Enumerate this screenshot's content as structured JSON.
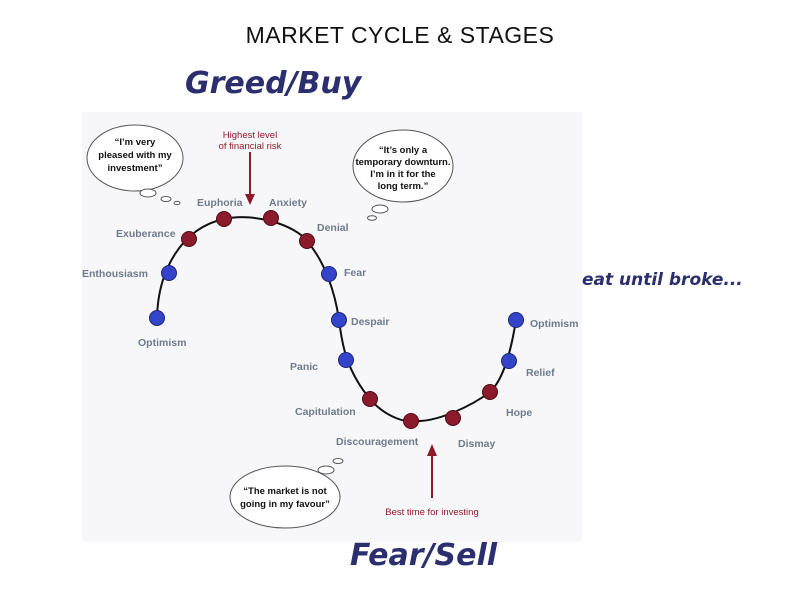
{
  "title": "MARKET CYCLE & STAGES",
  "top_label": "Greed/Buy",
  "bottom_label": "Fear/Sell",
  "repeat_note": "Repeat until broke...",
  "colors": {
    "red_marker": "#8b1a2b",
    "blue_marker": "#3344c8",
    "curve": "#111111",
    "label_text": "#6f7a8a",
    "heading": "#2b2f6e",
    "arrow": "#8c1a2a"
  },
  "stages": [
    {
      "name": "Optimism",
      "marker": "blue"
    },
    {
      "name": "Enthousiasm",
      "marker": "blue"
    },
    {
      "name": "Exuberance",
      "marker": "red"
    },
    {
      "name": "Euphoria",
      "marker": "red"
    },
    {
      "name": "Anxiety",
      "marker": "red"
    },
    {
      "name": "Denial",
      "marker": "red"
    },
    {
      "name": "Fear",
      "marker": "blue"
    },
    {
      "name": "Despair",
      "marker": "blue"
    },
    {
      "name": "Panic",
      "marker": "blue"
    },
    {
      "name": "Capitulation",
      "marker": "red"
    },
    {
      "name": "Discouragement",
      "marker": "red"
    },
    {
      "name": "Dismay",
      "marker": "red"
    },
    {
      "name": "Hope",
      "marker": "red"
    },
    {
      "name": "Relief",
      "marker": "blue"
    },
    {
      "name": "Optimism",
      "marker": "blue"
    }
  ],
  "annotations": {
    "top_arrow": [
      "Highest level",
      "of financial risk"
    ],
    "bottom_arrow": [
      "Best time for investing"
    ]
  },
  "thoughts": {
    "pleased": [
      "“I’m very",
      "pleased with my",
      "investment”"
    ],
    "temporary": [
      "“It’s only a",
      "temporary downturn.",
      "I’m in it for the",
      "long term.”"
    ],
    "not_going": [
      "“The market is not",
      "going in my favour”"
    ]
  }
}
